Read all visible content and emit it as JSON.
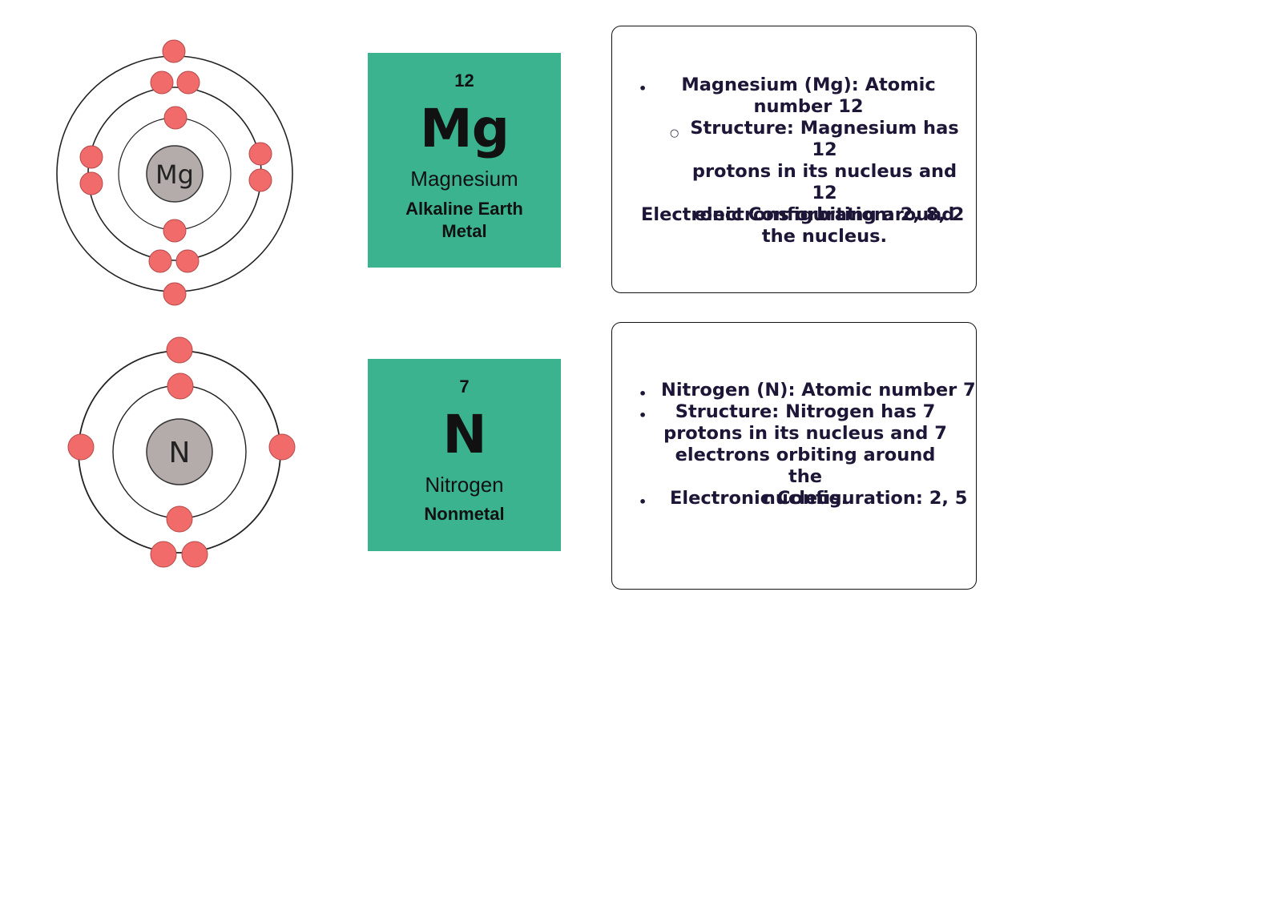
{
  "elements": [
    {
      "id": "mg",
      "atom_label": "Mg",
      "shell_electrons": [
        2,
        8,
        2
      ],
      "tile": {
        "number": "12",
        "symbol": "Mg",
        "name": "Magnesium",
        "category_line1": "Alkaline Earth",
        "category_line2": "Metal"
      },
      "info": {
        "item1_line1": "Magnesium (Mg): Atomic",
        "item1_line2": "number 12",
        "item2_line1": "Structure: Magnesium has 12",
        "item2_line2": "protons in its nucleus and 12",
        "item2_line3": "electrons orbiting around",
        "item2_line4": "the nucleus.",
        "item3": "Electronic Configuration: 2, 8, 2"
      }
    },
    {
      "id": "n",
      "atom_label": "N",
      "shell_electrons": [
        2,
        5
      ],
      "tile": {
        "number": "7",
        "symbol": "N",
        "name": "Nitrogen",
        "category": "Nonmetal"
      },
      "info": {
        "item1": "Nitrogen (N): Atomic number 7",
        "item2_line1": "Structure: Nitrogen has 7",
        "item2_line2": "protons in its nucleus and 7",
        "item2_line3": "electrons orbiting around the",
        "item2_line4": "nucleus.",
        "item3": "Electronic Configuration: 2, 5"
      }
    }
  ],
  "colors": {
    "tile": "#3bb38e",
    "electron": "#f26b6b",
    "nucleus": "#b3acaa",
    "text": "#1e1637"
  }
}
